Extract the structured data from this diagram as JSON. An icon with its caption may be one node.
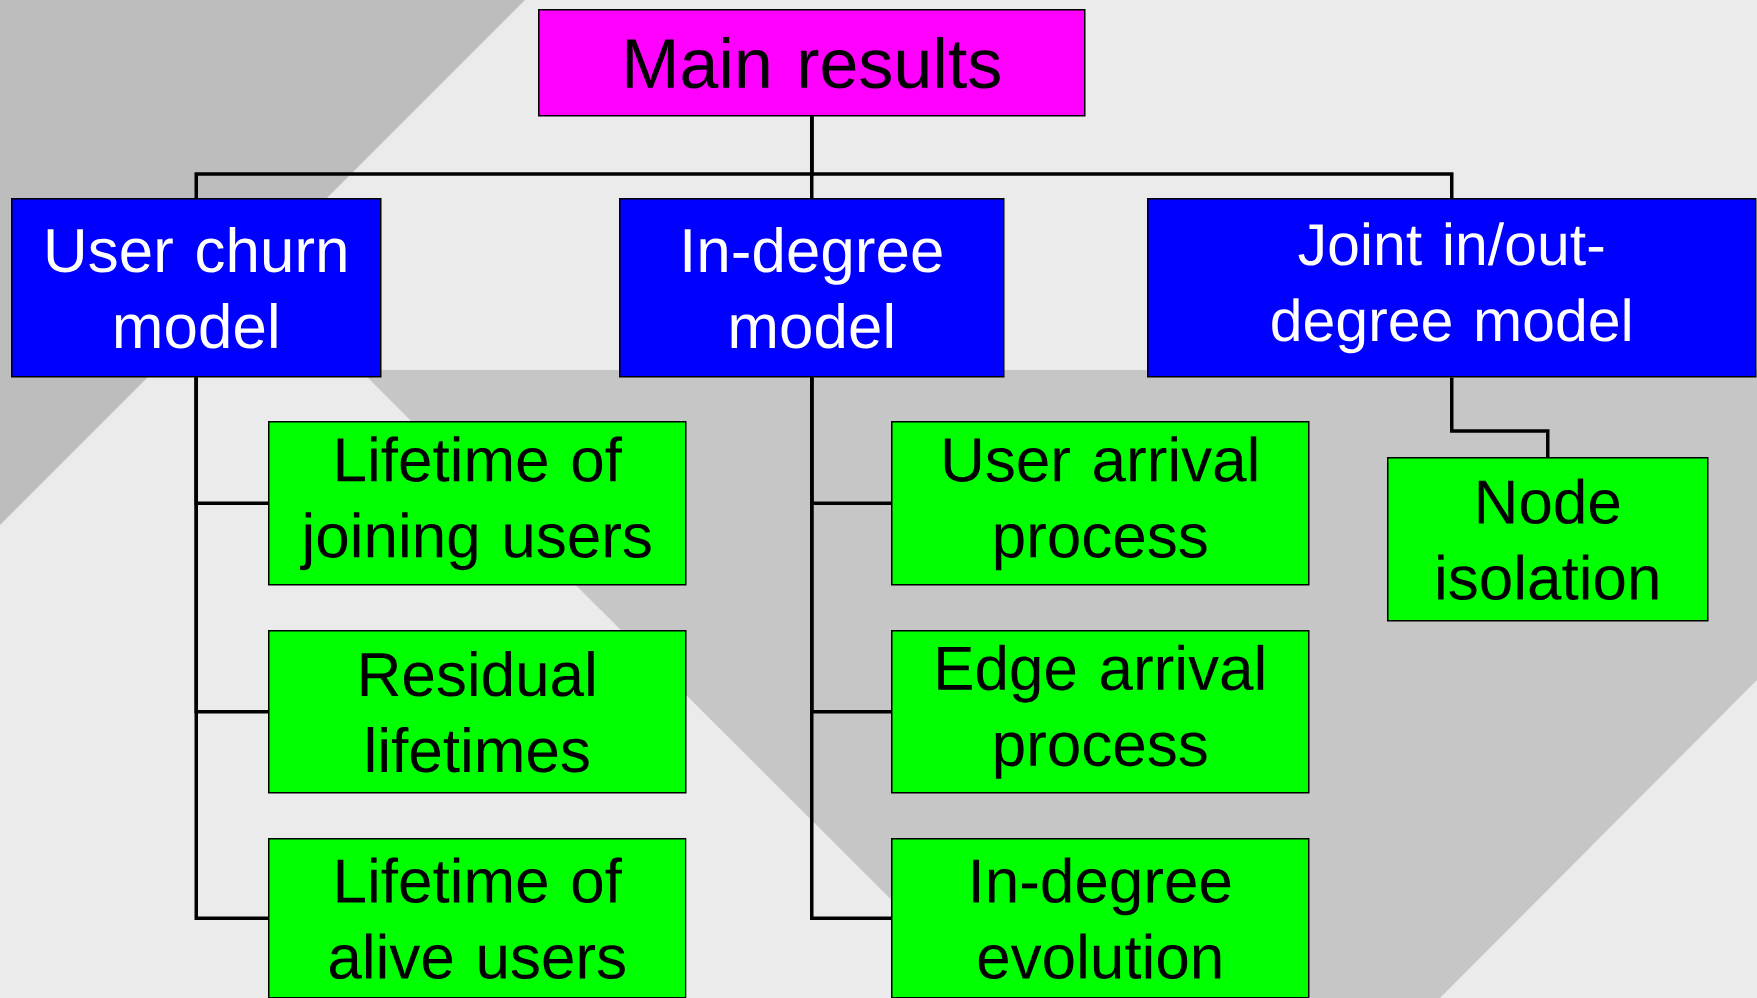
{
  "diagram": {
    "nodes": [
      {
        "text": [
          "Main results"
        ]
      },
      {
        "text": [
          "User churn model"
        ]
      },
      {
        "text": [
          "In-degree model"
        ]
      },
      {
        "text": [
          "Joint in/out-degree model"
        ]
      },
      {
        "text": [
          "Lifetime of joining users"
        ]
      },
      {
        "text": [
          "Residual lifetimes"
        ]
      },
      {
        "text": [
          "Lifetime of alive users"
        ]
      },
      {
        "text": [
          "User arrival process"
        ]
      },
      {
        "text": [
          "Edge arrival process"
        ]
      },
      {
        "text": [
          "In-degree evolution"
        ]
      },
      {
        "text": [
          "Node isolation"
        ]
      }
    ],
    "edges": [
      {
        "from": 0,
        "to": 1,
        "arrow": "none"
      },
      {
        "from": 0,
        "to": 2,
        "arrow": "none"
      },
      {
        "from": 0,
        "to": 3,
        "arrow": "none"
      },
      {
        "from": 1,
        "to": 4,
        "arrow": "none"
      },
      {
        "from": 1,
        "to": 5,
        "arrow": "none"
      },
      {
        "from": 1,
        "to": 6,
        "arrow": "none"
      },
      {
        "from": 2,
        "to": 7,
        "arrow": "none"
      },
      {
        "from": 2,
        "to": 8,
        "arrow": "none"
      },
      {
        "from": 2,
        "to": 9,
        "arrow": "none"
      },
      {
        "from": 3,
        "to": 10,
        "arrow": "none"
      }
    ]
  }
}
